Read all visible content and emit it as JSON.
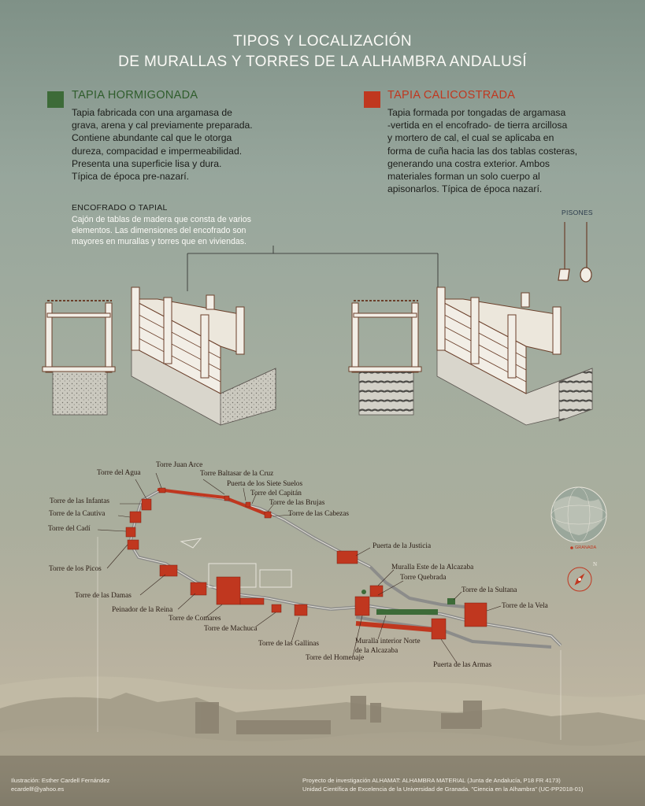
{
  "title": {
    "line1": "TIPOS Y LOCALIZACIÓN",
    "line2": "DE MURALLAS Y TORRES DE LA ALHAMBRA ANDALUSÍ"
  },
  "colors": {
    "hormigonada": "#3d6b38",
    "calicostrada": "#c0371f",
    "text_dark": "#1c1d1a",
    "text_light": "#fbfaf6"
  },
  "tapia_hormigonada": {
    "heading": "TAPIA HORMIGONADA",
    "lines": [
      "Tapia fabricada con una argamasa de",
      "grava, arena y cal previamente preparada.",
      "Contiene abundante cal que le otorga",
      "dureza, compacidad e impermeabilidad.",
      "Presenta una superficie lisa y dura.",
      "Típica de época pre-nazarí."
    ]
  },
  "tapia_calicostrada": {
    "heading": "TAPIA CALICOSTRADA",
    "lines": [
      "Tapia formada por tongadas de argamasa",
      "-vertida en el encofrado- de tierra arcillosa",
      "y mortero de cal, el cual se aplicaba en",
      "forma de cuña hacia las dos tablas costeras,",
      "generando una costra exterior. Ambos",
      "materiales forman un solo cuerpo al",
      "apisonarlos. Típica de época nazarí."
    ]
  },
  "encofrado": {
    "heading": "ENCOFRADO O TAPIAL",
    "lines": [
      "Cajón de tablas de madera que consta de varios",
      "elementos. Las dimensiones del encofrado son",
      "mayores en murallas y torres que en viviendas."
    ]
  },
  "pisones_label": "PISONES",
  "map_labels": {
    "torre_agua": "Torre del Agua",
    "torre_juan_arce": "Torre Juan Arce",
    "torre_baltasar": "Torre Baltasar de la Cruz",
    "torre_siete_suelos": "Puerta de los Siete Suelos",
    "torre_capitan": "Torre del Capitán",
    "torre_brujas": "Torre de las Brujas",
    "torre_cabezas": "Torre de las Cabezas",
    "torre_infantas": "Torre de las Infantas",
    "torre_cautiva": "Torre de la Cautiva",
    "torre_cadi": "Torre del Cadí",
    "torre_picos": "Torre de los Picos",
    "puerta_justicia": "Puerta de la Justicia",
    "muralla_este": "Muralla Este de la Alcazaba",
    "torre_quebrada": "Torre Quebrada",
    "torre_sultana": "Torre de la Sultana",
    "torre_vela": "Torre de la Vela",
    "torre_damas": "Torre de las Damas",
    "peinador": "Peinador de la Reina",
    "torre_comares": "Torre de Comares",
    "torre_machuca": "Torre de Machuca",
    "torre_gallinas": "Torre de las Gallinas",
    "muralla_interior_1": "Muralla interior Norte",
    "muralla_interior_2": "de la Alcazaba",
    "torre_homenaje": "Torre del Homenaje",
    "puerta_armas": "Puerta de las Armas"
  },
  "globe_label": "GRANADA",
  "compass_label": "N",
  "credits": {
    "left1": "Ilustración: Esther Cardell Fernández",
    "left2": "ecardellf@yahoo.es",
    "right1": "Proyecto de investigación ALHAMAT: ALHAMBRA MATERIAL (Junta de Andalucía, P18 FR 4173)",
    "right2": "Unidad Científica de Excelencia de la Universidad de Granada. \"Ciencia en la Alhambra\" (UC-PP2018-01)"
  }
}
